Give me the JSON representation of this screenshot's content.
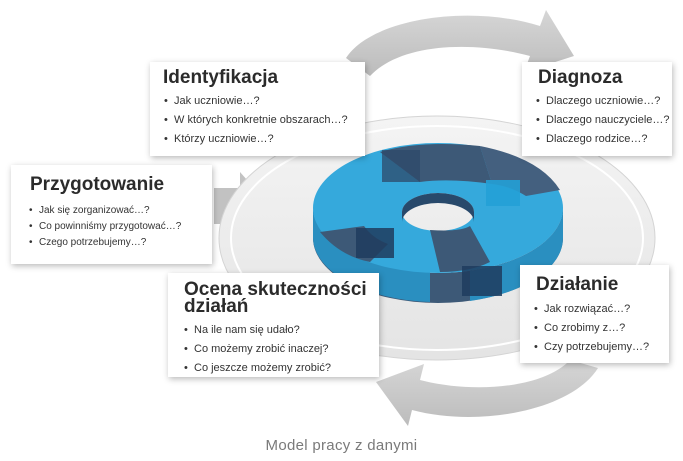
{
  "caption": "Model pracy z danymi",
  "colors": {
    "ring_light": "#35a9dc",
    "ring_dark": "#3d5977",
    "arrow_gray": "#c9c9c9",
    "card_bg": "#ffffff"
  },
  "cards": {
    "identyfikacja": {
      "title": "Identyfikacja",
      "items": [
        "Jak uczniowie…?",
        "W których konkretnie obszarach…?",
        "Którzy uczniowie…?"
      ]
    },
    "diagnoza": {
      "title": "Diagnoza",
      "items": [
        "Dlaczego uczniowie…?",
        "Dlaczego nauczyciele…?",
        "Dlaczego rodzice…?"
      ]
    },
    "przygotowanie": {
      "title": "Przygotowanie",
      "items": [
        "Jak się zorganizować…?",
        "Co powinniśmy przygotować…?",
        "Czego potrzebujemy…?"
      ]
    },
    "ocena": {
      "title": "Ocena skuteczności działań",
      "items": [
        "Na ile nam się udało?",
        "Co możemy zrobić inaczej?",
        "Co jeszcze możemy zrobić?"
      ]
    },
    "dzialanie": {
      "title": "Działanie",
      "items": [
        "Jak rozwiązać…?",
        "Co zrobimy z…?",
        "Czy potrzebujemy…?"
      ]
    }
  }
}
